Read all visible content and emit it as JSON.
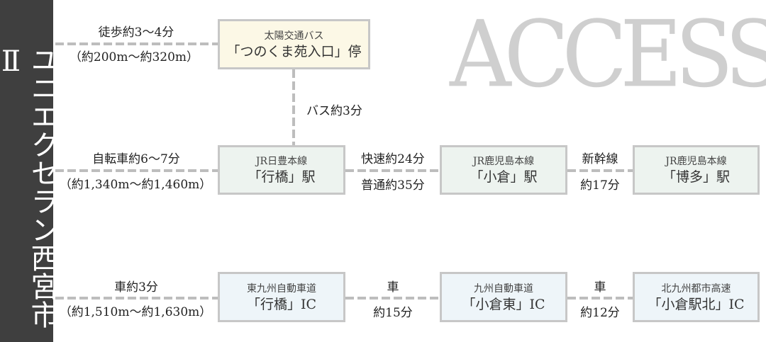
{
  "sidebar": {
    "title": "ユニエクセラン西宮市Ⅱ"
  },
  "watermark": {
    "text": "ACCESS"
  },
  "walk": {
    "time": "徒歩約3～4分",
    "distance": "（約200m～約320m）"
  },
  "bus_stop": {
    "operator": "太陽交通バス",
    "name": "「つのくま苑入口」停"
  },
  "bus_ride": {
    "time": "バス約3分"
  },
  "rail": {
    "access_time": "自転車約6～7分",
    "access_distance": "（約1,340m～約1,460m）",
    "stations": [
      {
        "line": "JR日豊本線",
        "name": "「行橋」駅"
      },
      {
        "line": "JR鹿児島本線",
        "name": "「小倉」駅"
      },
      {
        "line": "JR鹿児島本線",
        "name": "「博多」駅"
      }
    ],
    "legs": [
      {
        "top": "快速約24分",
        "bottom": "普通約35分"
      },
      {
        "top": "新幹線",
        "bottom": "約17分"
      }
    ]
  },
  "road": {
    "access_time": "車約3分",
    "access_distance": "（約1,510m～約1,630m）",
    "interchanges": [
      {
        "road": "東九州自動車道",
        "name": "「行橋」IC"
      },
      {
        "road": "九州自動車道",
        "name": "「小倉東」IC"
      },
      {
        "road": "北九州都市高速",
        "name": "「小倉駅北」IC"
      }
    ],
    "legs": [
      {
        "top": "車",
        "bottom": "約15分"
      },
      {
        "top": "車",
        "bottom": "約12分"
      }
    ]
  }
}
